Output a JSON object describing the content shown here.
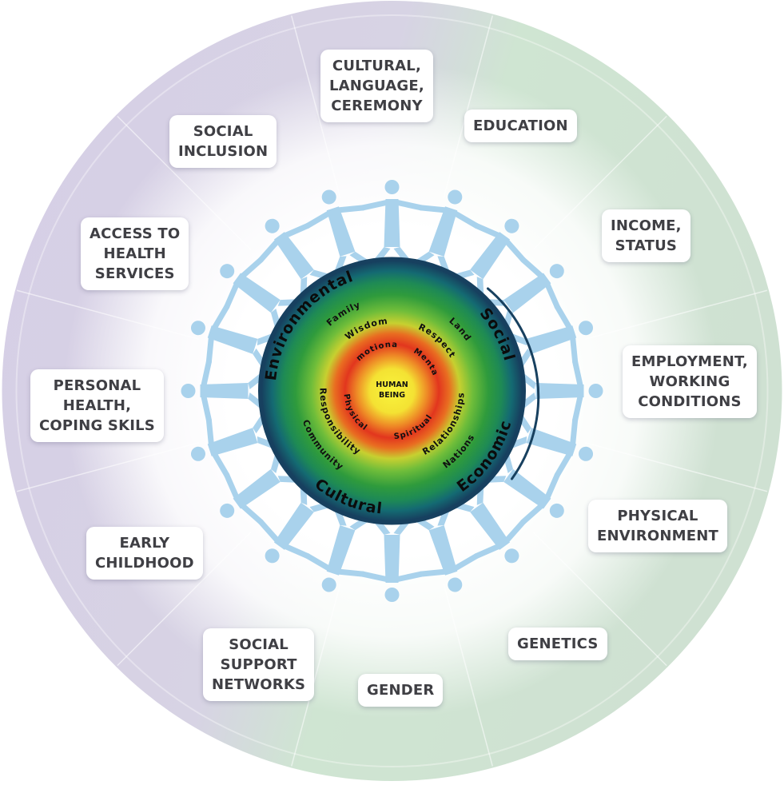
{
  "outer_boxes": [
    {
      "id": "cultural-language-ceremony",
      "lines": [
        "CULTURAL,",
        "LANGUAGE,",
        "CEREMONY"
      ]
    },
    {
      "id": "education",
      "lines": [
        "EDUCATION"
      ]
    },
    {
      "id": "income-status",
      "lines": [
        "INCOME,",
        "STATUS"
      ]
    },
    {
      "id": "employment",
      "lines": [
        "EMPLOYMENT,",
        "WORKING",
        "CONDITIONS"
      ]
    },
    {
      "id": "physical-environment",
      "lines": [
        "PHYSICAL",
        "ENVIRONMENT"
      ]
    },
    {
      "id": "genetics",
      "lines": [
        "GENETICS"
      ]
    },
    {
      "id": "gender",
      "lines": [
        "GENDER"
      ]
    },
    {
      "id": "social-support-networks",
      "lines": [
        "SOCIAL",
        "SUPPORT",
        "NETWORKS"
      ]
    },
    {
      "id": "early-childhood",
      "lines": [
        "EARLY",
        "CHILDHOOD"
      ]
    },
    {
      "id": "personal-health",
      "lines": [
        "PERSONAL",
        "HEALTH,",
        "COPING SKILS"
      ]
    },
    {
      "id": "access-health-services",
      "lines": [
        "ACCESS TO",
        "HEALTH",
        "SERVICES"
      ]
    },
    {
      "id": "social-inclusion",
      "lines": [
        "SOCIAL",
        "INCLUSION"
      ]
    }
  ],
  "center": {
    "line1": "HUMAN",
    "line2": "BEING",
    "outer_ring": {
      "environmental": "Environmental",
      "social": "Social",
      "economic": "Economic",
      "cultural": "Cultural"
    },
    "middle_ring": {
      "family": "Family",
      "land": "Land",
      "nations": "Nations",
      "community": "Community"
    },
    "inner_ring": {
      "wisdom": "Wisdom",
      "respect": "Respect",
      "relationships": "Relationships",
      "responsibility": "Responsibility"
    },
    "core_ring": {
      "emotional": "Emotional",
      "mental": "Mental",
      "spiritual": "Spiritual",
      "physical": "Physical"
    }
  },
  "colors": {
    "figures": "#a9d2ec",
    "outer_purple": "#d2cbe2",
    "outer_green": "#cde3cf",
    "box_text": "#3f3f44",
    "ring_navy": "#17405f",
    "ring_green": "#2f9b3c",
    "core_yellow": "#f5f03a",
    "core_red": "#e1331e"
  }
}
